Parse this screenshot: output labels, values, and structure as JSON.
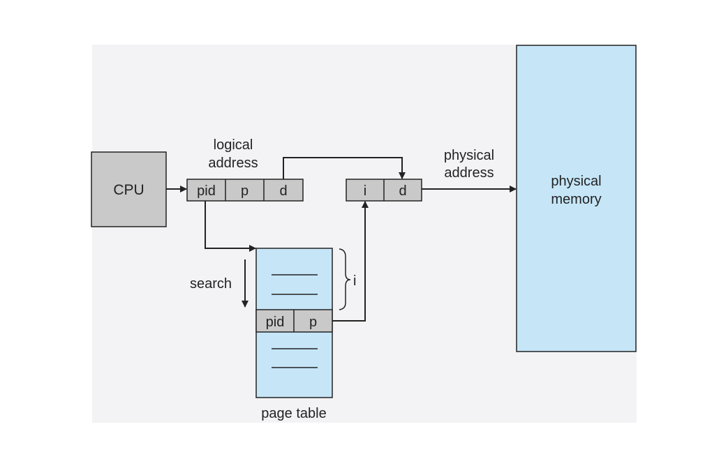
{
  "colors": {
    "background_panel": "#f3f3f5",
    "cpu_fill": "#c9c9c9",
    "register_fill": "#c9c9c9",
    "memory_fill": "#c6e6f8",
    "page_table_fill": "#c6e6f8",
    "stroke": "#222222"
  },
  "cpu": {
    "label": "CPU"
  },
  "logical_address": {
    "caption_line1": "logical",
    "caption_line2": "address",
    "fields": [
      "pid",
      "p",
      "d"
    ]
  },
  "physical_address": {
    "caption_line1": "physical",
    "caption_line2": "address",
    "fields": [
      "i",
      "d"
    ]
  },
  "physical_memory": {
    "label_line1": "physical",
    "label_line2": "memory"
  },
  "page_table": {
    "label": "page table",
    "matched_entry": [
      "pid",
      "p"
    ],
    "index_label": "i",
    "search_label": "search"
  }
}
